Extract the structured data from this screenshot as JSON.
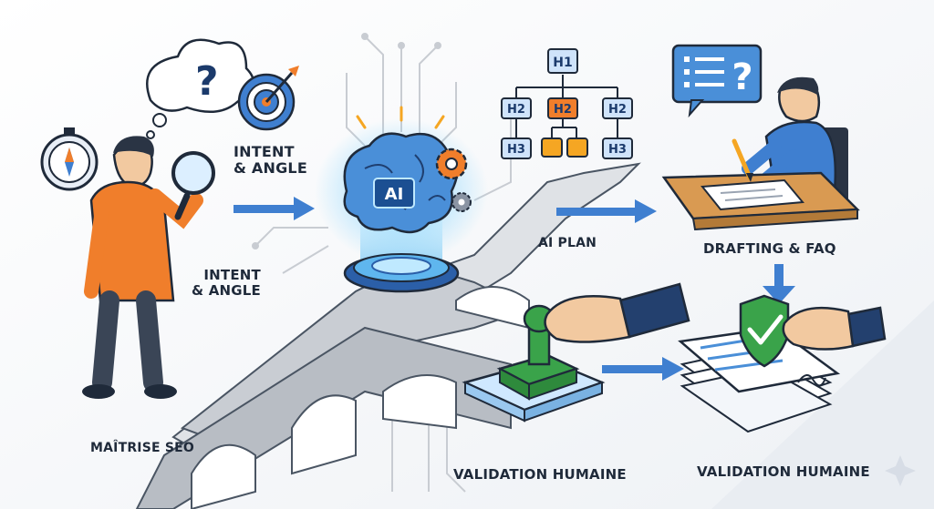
{
  "labels": {
    "intent_angle_top_line1": "INTENT",
    "intent_angle_top_line2": "& ANGLE",
    "intent_angle_left_line1": "INTENT",
    "intent_angle_left_line2": "& ANGLE",
    "ai_plan": "AI PLAN",
    "drafting_faq": "DRAFTING & FAQ",
    "maitrise_seo": "MAÎTRISE SEO",
    "validation_humaine_center": "VALIDATION HUMAINE",
    "validation_humaine_right": "VALIDATION HUMAINE"
  },
  "thought_bubble": {
    "symbol": "?"
  },
  "ai_chip": {
    "text": "AI"
  },
  "outline_tree": {
    "root": "H1",
    "level2": [
      "H2",
      "H2",
      "H2"
    ],
    "level3": [
      "H3",
      "",
      "",
      "H3"
    ]
  },
  "speech_bubble": {
    "symbol": "?"
  },
  "colors": {
    "arrow_blue": "#3f7fd0",
    "orange": "#f07e2b",
    "navy": "#1b3a6b",
    "green": "#3aa34a",
    "road_grey": "#c9cdd3"
  },
  "icons": [
    "compass-icon",
    "magnifier-icon",
    "target-icon",
    "brain-icon",
    "gear-icon",
    "stamp-icon",
    "shield-check-icon",
    "pencil-icon"
  ]
}
